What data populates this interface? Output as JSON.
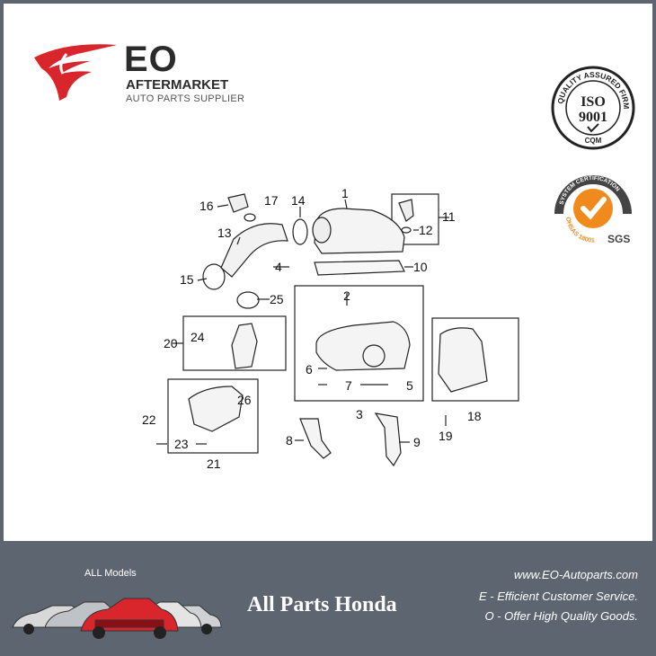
{
  "logo": {
    "main": "EO",
    "line1": "AFTERMARKET",
    "line2": "AUTO PARTS SUPPLIER"
  },
  "badges": {
    "iso_top": "QUALITY ASSURED FIRM",
    "iso_mid1": "ISO",
    "iso_mid2": "9001",
    "iso_bottom": "CQM",
    "ohsas_top": "SYSTEM CERTIFICATION",
    "ohsas_bottom": "OHSAS 18001",
    "ohsas_sgs": "SGS"
  },
  "diagram": {
    "callouts": [
      "1",
      "2",
      "3",
      "4",
      "5",
      "6",
      "7",
      "8",
      "9",
      "10",
      "11",
      "12",
      "13",
      "14",
      "15",
      "16",
      "17",
      "18",
      "19",
      "20",
      "21",
      "22",
      "23",
      "24",
      "25",
      "26"
    ]
  },
  "footer": {
    "all_models": "ALL Models",
    "brand": "All Parts Honda",
    "url": "www.EO-Autoparts.com",
    "tagline1": "E - Efficient Customer Service.",
    "tagline2": "O - Offer High Quality Goods."
  },
  "colors": {
    "frame": "#5d6670",
    "logo_red": "#d8262c",
    "iso_dark": "#222222",
    "ohsas_orange": "#f08a1c"
  }
}
